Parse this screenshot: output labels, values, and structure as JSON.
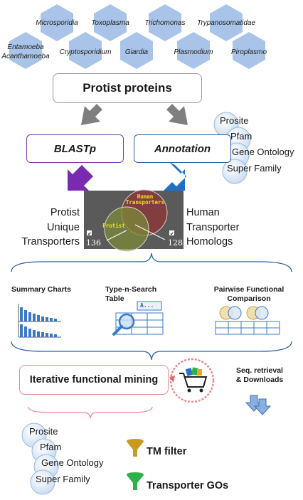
{
  "organisms": [
    "Microsporidia",
    "Toxoplasma",
    "Trichomonas",
    "Trypanosomatidae",
    "Entamoeba",
    "Acanthamoeba",
    "Cryptosporidium",
    "Giardia",
    "Plasmodium",
    "Piroplasmo"
  ],
  "protist_proteins": "Protist proteins",
  "blastp": "BLASTp",
  "annotation": "Annotation",
  "annotation_sources": [
    "Prosite",
    "Pfam",
    "Gene Ontology",
    "Super Family"
  ],
  "left_label": [
    "Protist",
    "Unique",
    "Transporters"
  ],
  "right_label": [
    "Human",
    "Transporter",
    "Homologs"
  ],
  "venn": {
    "set_a": "Protist",
    "set_b_line1": "Human",
    "set_b_line2": "Transporters",
    "count_a": "136",
    "count_b": "128"
  },
  "tools": {
    "summary_charts": "Summary Charts",
    "type_search_line1": "Type-n-Search",
    "type_search_line2": "Table",
    "type_search_input": "A...",
    "pairwise_line1": "Pairwise Functional",
    "pairwise_line2": "Comparison"
  },
  "iterative": "Iterative functional mining",
  "seq_retrieval_line1": "Seq. retrieval",
  "seq_retrieval_line2": "& Downloads",
  "filters": {
    "sources": [
      "Prosite",
      "Pfam",
      "Gene Ontology",
      "Super Family"
    ],
    "tm_filter": "TM filter",
    "transporter_gos": "Transporter GOs"
  },
  "colors": {
    "hexagon": "#a9c4e8",
    "blastp_border": "#7a3aa8",
    "annotation_border": "#2a5fa8",
    "purple_arrow": "#7a2ab0",
    "blue_arrow": "#1f6fc8",
    "gray_arrow": "#7f7f7f",
    "iterative_border": "#e88a8a",
    "funnel_orange": "#c99a1f",
    "funnel_green": "#2bb24a"
  }
}
